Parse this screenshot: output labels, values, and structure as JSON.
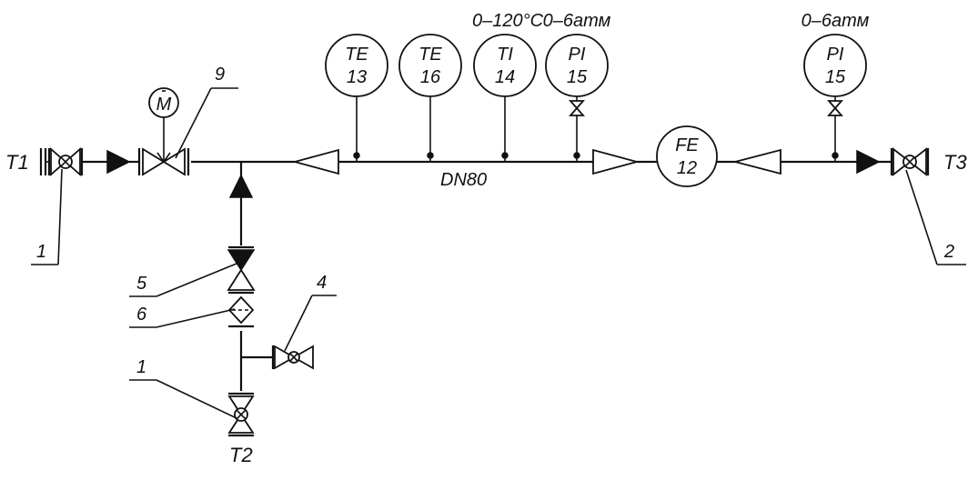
{
  "pipe": {
    "size_label": "DN80"
  },
  "connections": {
    "t1": "T1",
    "t2": "T2",
    "t3": "T3"
  },
  "instruments": [
    {
      "id": "te13",
      "tag_top": "TE",
      "tag_bottom": "13",
      "range": ""
    },
    {
      "id": "te16",
      "tag_top": "TE",
      "tag_bottom": "16",
      "range": ""
    },
    {
      "id": "ti14",
      "tag_top": "TI",
      "tag_bottom": "14",
      "range": "0–120°C"
    },
    {
      "id": "pi15a",
      "tag_top": "PI",
      "tag_bottom": "15",
      "range": "0–6атм"
    },
    {
      "id": "fe12",
      "tag_top": "FE",
      "tag_bottom": "12",
      "range": ""
    },
    {
      "id": "pi15b",
      "tag_top": "PI",
      "tag_bottom": "15",
      "range": "0–6атм"
    }
  ],
  "actuator_label": "M",
  "callouts": {
    "c1_top": "1",
    "c1_bottom": "1",
    "c2": "2",
    "c4": "4",
    "c5": "5",
    "c6": "6",
    "c9": "9"
  }
}
